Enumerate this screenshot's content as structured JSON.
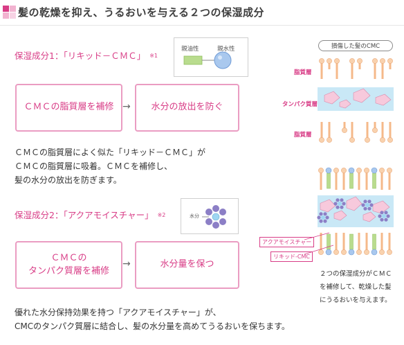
{
  "header": {
    "title": "髪の乾燥を抑え、うるおいを与える２つの保湿成分"
  },
  "section1": {
    "heading": "保湿成分1：「リキッド－ＣＭＣ」",
    "note": "※1",
    "inset": {
      "lipophilic": "親油性",
      "hydrophilic": "親水性"
    },
    "flow": {
      "box1": "ＣＭＣの脂質層を補修",
      "arrow": "→",
      "box2": "水分の放出を防ぐ"
    },
    "body": [
      "ＣＭＣの脂質層によく似た「リキッド－ＣＭＣ」が",
      "ＣＭＣの脂質層に吸着。ＣＭＣを補修し、",
      "髪の水分の放出を防ぎます。"
    ]
  },
  "section2": {
    "heading": "保湿成分2：「アクアモイスチャー」",
    "note": "※2",
    "inset": {
      "water": "水分"
    },
    "flow": {
      "box1_line1": "ＣＭＣの",
      "box1_line2": "タンパク質層を補修",
      "arrow": "→",
      "box2": "水分量を保つ"
    },
    "body": [
      "優れた水分保持効果を持つ「アクアモイスチャー」が、",
      "CMCのタンパク質層に結合し、髪の水分量を高めてうるおいを保ちます。"
    ]
  },
  "right": {
    "caption": "損傷した髪のCMC",
    "labels": {
      "lipid_top": "脂質層",
      "protein": "タンパク質層",
      "lipid_bottom": "脂質層"
    },
    "tags": {
      "aqua": "アクアモイスチャー",
      "liquid": "リキッド-CMC"
    },
    "description": "２つの保湿成分がＣＭＣを補修して、乾燥した髪にうるおいを与えます。"
  },
  "colors": {
    "pink": "#d83c86",
    "pink_border": "#ea9cc2",
    "lipid_stick": "#f5b98a",
    "lipid_head": "#f9d2ae",
    "protein_fill": "#f7c9dc",
    "water_band": "#c9e8f6",
    "aqua_ball": "#8c7fc6",
    "liquid_green": "#b9dc8e"
  }
}
